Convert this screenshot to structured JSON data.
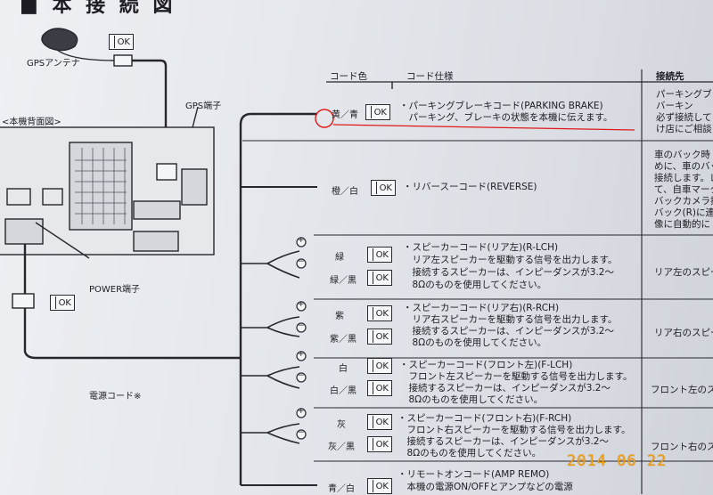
{
  "header": {
    "title_fragment": "■ 本 接 続 図",
    "col_code_color": "コード色",
    "col_code_spec": "コード仕様",
    "col_destination": "接続先"
  },
  "diagram": {
    "gps_antenna": "GPSアンテナ",
    "ok_label": "OK",
    "gps_terminal": "GPS端子",
    "rear_view": "<本機背面図>",
    "power_terminal": "POWER端子",
    "power_cord": "電源コード※",
    "plus_sign": "+",
    "minus_sign": "−"
  },
  "rows": [
    {
      "color": "黄／青",
      "spec": [
        "・パーキングブレーキコード(PARKING BRAKE)",
        "　パーキング、ブレーキの状態を本機に伝えます。"
      ],
      "dest": [
        "パーキングブ",
        "バーキン",
        "必ず接続して",
        "け店にご相談"
      ]
    },
    {
      "color": "橙／白",
      "spec": [
        "・リバースーコード(REVERSE)"
      ],
      "dest": [
        "車のバック時",
        "めに、車のバッ",
        "接続します。レ",
        "て、自車マーク",
        "バックカメラ接",
        "バック(R)に連",
        "像に自動的に"
      ]
    },
    {
      "color_a": "緑",
      "color_b": "緑／黒",
      "spec": [
        "・スピーカーコード(リア左)(R-LCH)",
        "　リア左スピーカーを駆動する信号を出力します。",
        "　接続するスピーカーは、インピーダンスが3.2〜",
        "　8Ωのものを使用してください。"
      ],
      "dest": [
        "リア左のスピー"
      ]
    },
    {
      "color_a": "紫",
      "color_b": "紫／黒",
      "spec": [
        "・スピーカーコード(リア右)(R-RCH)",
        "　リア右スピーカーを駆動する信号を出力します。",
        "　接続するスピーカーは、インピーダンスが3.2〜",
        "　8Ωのものを使用してください。"
      ],
      "dest": [
        "リア右のスピー"
      ]
    },
    {
      "color_a": "白",
      "color_b": "白／黒",
      "spec": [
        "・スピーカーコード(フロント左)(F-LCH)",
        "　フロント左スピーカーを駆動する信号を出力します。",
        "　接続するスピーカーは、インピーダンスが3.2〜",
        "　8Ωのものを使用してください。"
      ],
      "dest": [
        "フロント左のスピ"
      ]
    },
    {
      "color_a": "灰",
      "color_b": "灰／黒",
      "spec": [
        "・スピーカーコード(フロント右)(F-RCH)",
        "　フロント右スピーカーを駆動する信号を出力します。",
        "　接続するスピーカーは、インピーダンスが3.2〜",
        "　8Ωのものを使用してください。"
      ],
      "dest": [
        "フロント右のスピ"
      ]
    },
    {
      "color": "青／白",
      "spec": [
        "・リモートオンコード(AMP REMO)",
        "　本機の電源ON/OFFとアンプなどの電源"
      ],
      "dest": []
    }
  ],
  "date_stamp": "2014 06 22",
  "colors": {
    "annotation_red": "#e01818",
    "date_orange": "#f0a015",
    "ink": "#1c1c22"
  }
}
